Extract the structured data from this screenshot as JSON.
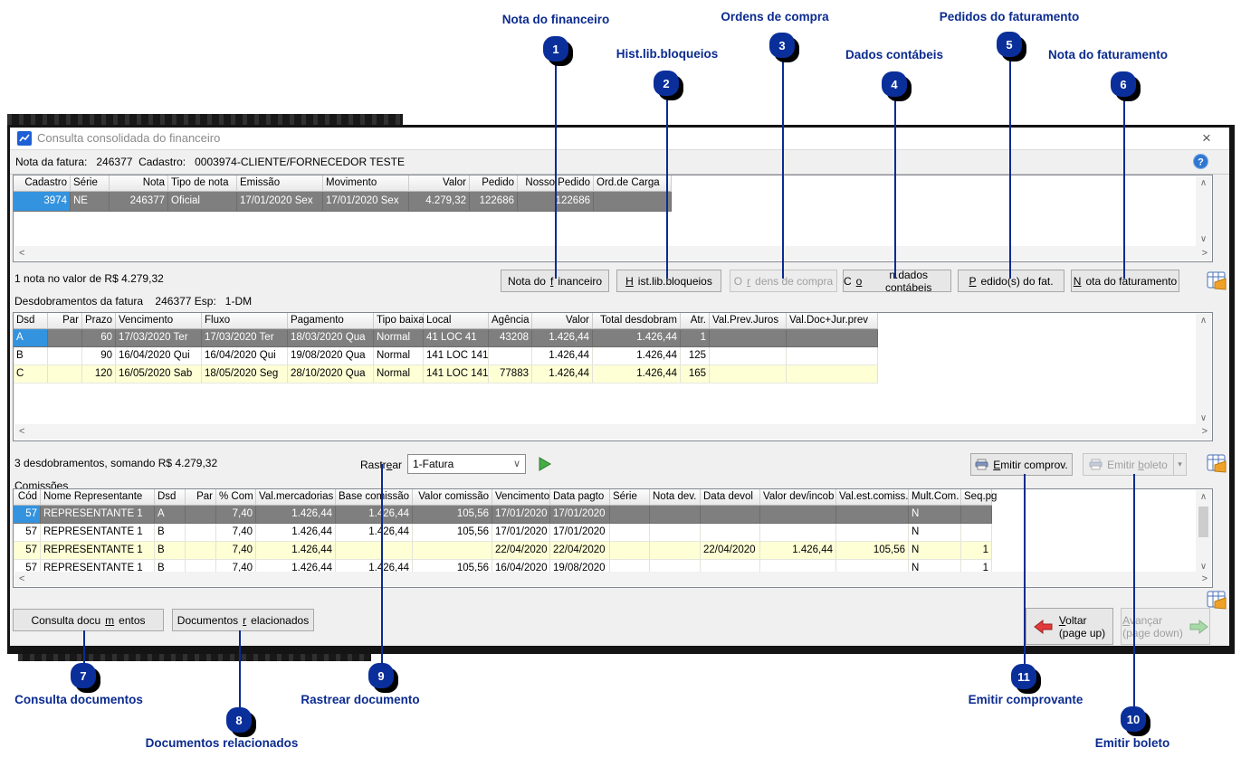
{
  "window": {
    "title": "Consulta consolidada do financeiro",
    "close_label": "×",
    "info_text": "Nota da fatura:   246377  Cadastro:   0003974-CLIENTE/FORNECEDOR TESTE"
  },
  "icons": {
    "scroll_up": "∧",
    "scroll_down": "∨",
    "scroll_left": "<",
    "scroll_right": ">",
    "combo_chevron": "∨",
    "boleto_dropdown": "▾",
    "help": "?"
  },
  "notes_table": {
    "headers": [
      "Cadastro",
      "Série",
      "Nota",
      "Tipo de nota",
      "Emissão",
      "Movimento",
      "Valor",
      "Pedido",
      "Nosso Pedido",
      "Ord.de Carga"
    ],
    "rows": [
      [
        "3974",
        "NE",
        "246377",
        "Oficial",
        "17/01/2020 Sex",
        "17/01/2020 Sex",
        "4.279,32",
        "122686",
        "122686",
        ""
      ]
    ],
    "row_styles": [
      "sel"
    ],
    "summary": "1 nota no valor de R$ 4.279,32"
  },
  "note_buttons": {
    "nota_financeiro": "Nota do _f_inanceiro",
    "hist_lib_bloqueios": "_H_ist.lib.bloqueios",
    "ordens_compra": "O_r_dens de compra",
    "dados_contabeis": "C_o_n.dados contábeis",
    "pedidos_fat": "_P_edido(s) do fat.",
    "nota_faturamento": "_N_ota do faturamento"
  },
  "desdobramentos": {
    "label": "Desdobramentos da fatura    246377 Esp:   1-DM",
    "summary": "3 desdobramentos, somando R$ 4.279,32",
    "headers": [
      "Dsd",
      "Par",
      "Prazo",
      "Vencimento",
      "Fluxo",
      "Pagamento",
      "Tipo baixa",
      "Local",
      "Agência",
      "Valor",
      "Total desdobram",
      "Atr.",
      "Val.Prev.Juros",
      "Val.Doc+Jur.prev"
    ],
    "rows": [
      [
        "A",
        "",
        "60",
        "17/03/2020 Ter",
        "17/03/2020 Ter",
        "18/03/2020 Qua",
        "Normal",
        "41 LOC 41",
        "43208",
        "1.426,44",
        "1.426,44",
        "1",
        "",
        ""
      ],
      [
        "B",
        "",
        "90",
        "16/04/2020 Qui",
        "16/04/2020 Qui",
        "19/08/2020 Qua",
        "Normal",
        "141 LOC 141",
        "",
        "1.426,44",
        "1.426,44",
        "125",
        "",
        ""
      ],
      [
        "C",
        "",
        "120",
        "16/05/2020 Sab",
        "18/05/2020 Seg",
        "28/10/2020 Qua",
        "Normal",
        "141 LOC 141",
        "77883",
        "1.426,44",
        "1.426,44",
        "165",
        "",
        ""
      ]
    ],
    "row_styles": [
      "sel",
      "",
      "yellow"
    ]
  },
  "rastrear": {
    "label": "Rastr_e_ar",
    "value": "1-Fatura"
  },
  "emitir": {
    "comprovante": "_E_mitir comprov.",
    "boleto": "Emitir _b_oleto"
  },
  "comissoes": {
    "label": "Comissões",
    "headers": [
      "Cód",
      "Nome Representante",
      "Dsd",
      "Par",
      "% Com",
      "Val.mercadorias",
      "Base comissão",
      "Valor comissão",
      "Vencimento",
      "Data pagto",
      "Série",
      "Nota dev.",
      "Data devol",
      "Valor dev/incob",
      "Val.est.comiss.",
      "Mult.Com.",
      "Seq.pg"
    ],
    "rows": [
      [
        "57",
        "REPRESENTANTE 1",
        "A",
        "",
        "7,40",
        "1.426,44",
        "1.426,44",
        "105,56",
        "17/01/2020",
        "17/01/2020",
        "",
        "",
        "",
        "",
        "",
        "N",
        ""
      ],
      [
        "57",
        "REPRESENTANTE 1",
        "B",
        "",
        "7,40",
        "1.426,44",
        "1.426,44",
        "105,56",
        "17/01/2020",
        "17/01/2020",
        "",
        "",
        "",
        "",
        "",
        "N",
        ""
      ],
      [
        "57",
        "REPRESENTANTE 1",
        "B",
        "",
        "7,40",
        "1.426,44",
        "",
        "",
        "22/04/2020",
        "22/04/2020",
        "",
        "",
        "22/04/2020",
        "1.426,44",
        "105,56",
        "N",
        "1"
      ],
      [
        "57",
        "REPRESENTANTE 1",
        "B",
        "",
        "7,40",
        "1.426,44",
        "1.426,44",
        "105,56",
        "16/04/2020",
        "19/08/2020",
        "",
        "",
        "",
        "",
        "",
        "N",
        "1"
      ]
    ],
    "row_styles": [
      "sel",
      "",
      "yellow",
      ""
    ]
  },
  "bottom_buttons": {
    "consulta_documentos": "Consulta docu_m_entos",
    "documentos_relacionados": "Documentos _r_elacionados",
    "voltar": "_V_oltar",
    "voltar_sub": "(page up)",
    "avancar": "_A_vançar",
    "avancar_sub": "(page down)"
  },
  "callouts": [
    {
      "n": "1",
      "label": "Nota do financeiro"
    },
    {
      "n": "2",
      "label": "Hist.lib.bloqueios"
    },
    {
      "n": "3",
      "label": "Ordens de compra"
    },
    {
      "n": "4",
      "label": "Dados contábeis"
    },
    {
      "n": "5",
      "label": "Pedidos do faturamento"
    },
    {
      "n": "6",
      "label": "Nota do faturamento"
    },
    {
      "n": "7",
      "label": "Consulta documentos"
    },
    {
      "n": "8",
      "label": "Documentos relacionados"
    },
    {
      "n": "9",
      "label": "Rastrear documento"
    },
    {
      "n": "10",
      "label": "Emitir boleto"
    },
    {
      "n": "11",
      "label": "Emitir comprovante"
    }
  ],
  "colors": {
    "callout_navy": "#0b2b8f",
    "selected_row_gray": "#7f7f7f",
    "selected_cell_blue": "#3393df",
    "alt_row_yellow": "#ffffd6"
  }
}
